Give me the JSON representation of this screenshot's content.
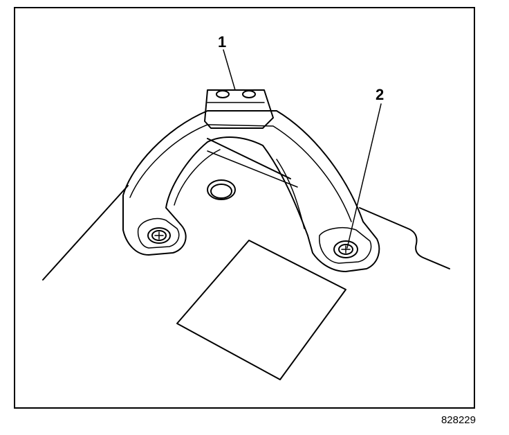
{
  "figure": {
    "callouts": [
      {
        "label": "1"
      },
      {
        "label": "2"
      }
    ],
    "figure_code": "828229"
  },
  "colors": {
    "ink": "#000000",
    "background": "#ffffff"
  }
}
